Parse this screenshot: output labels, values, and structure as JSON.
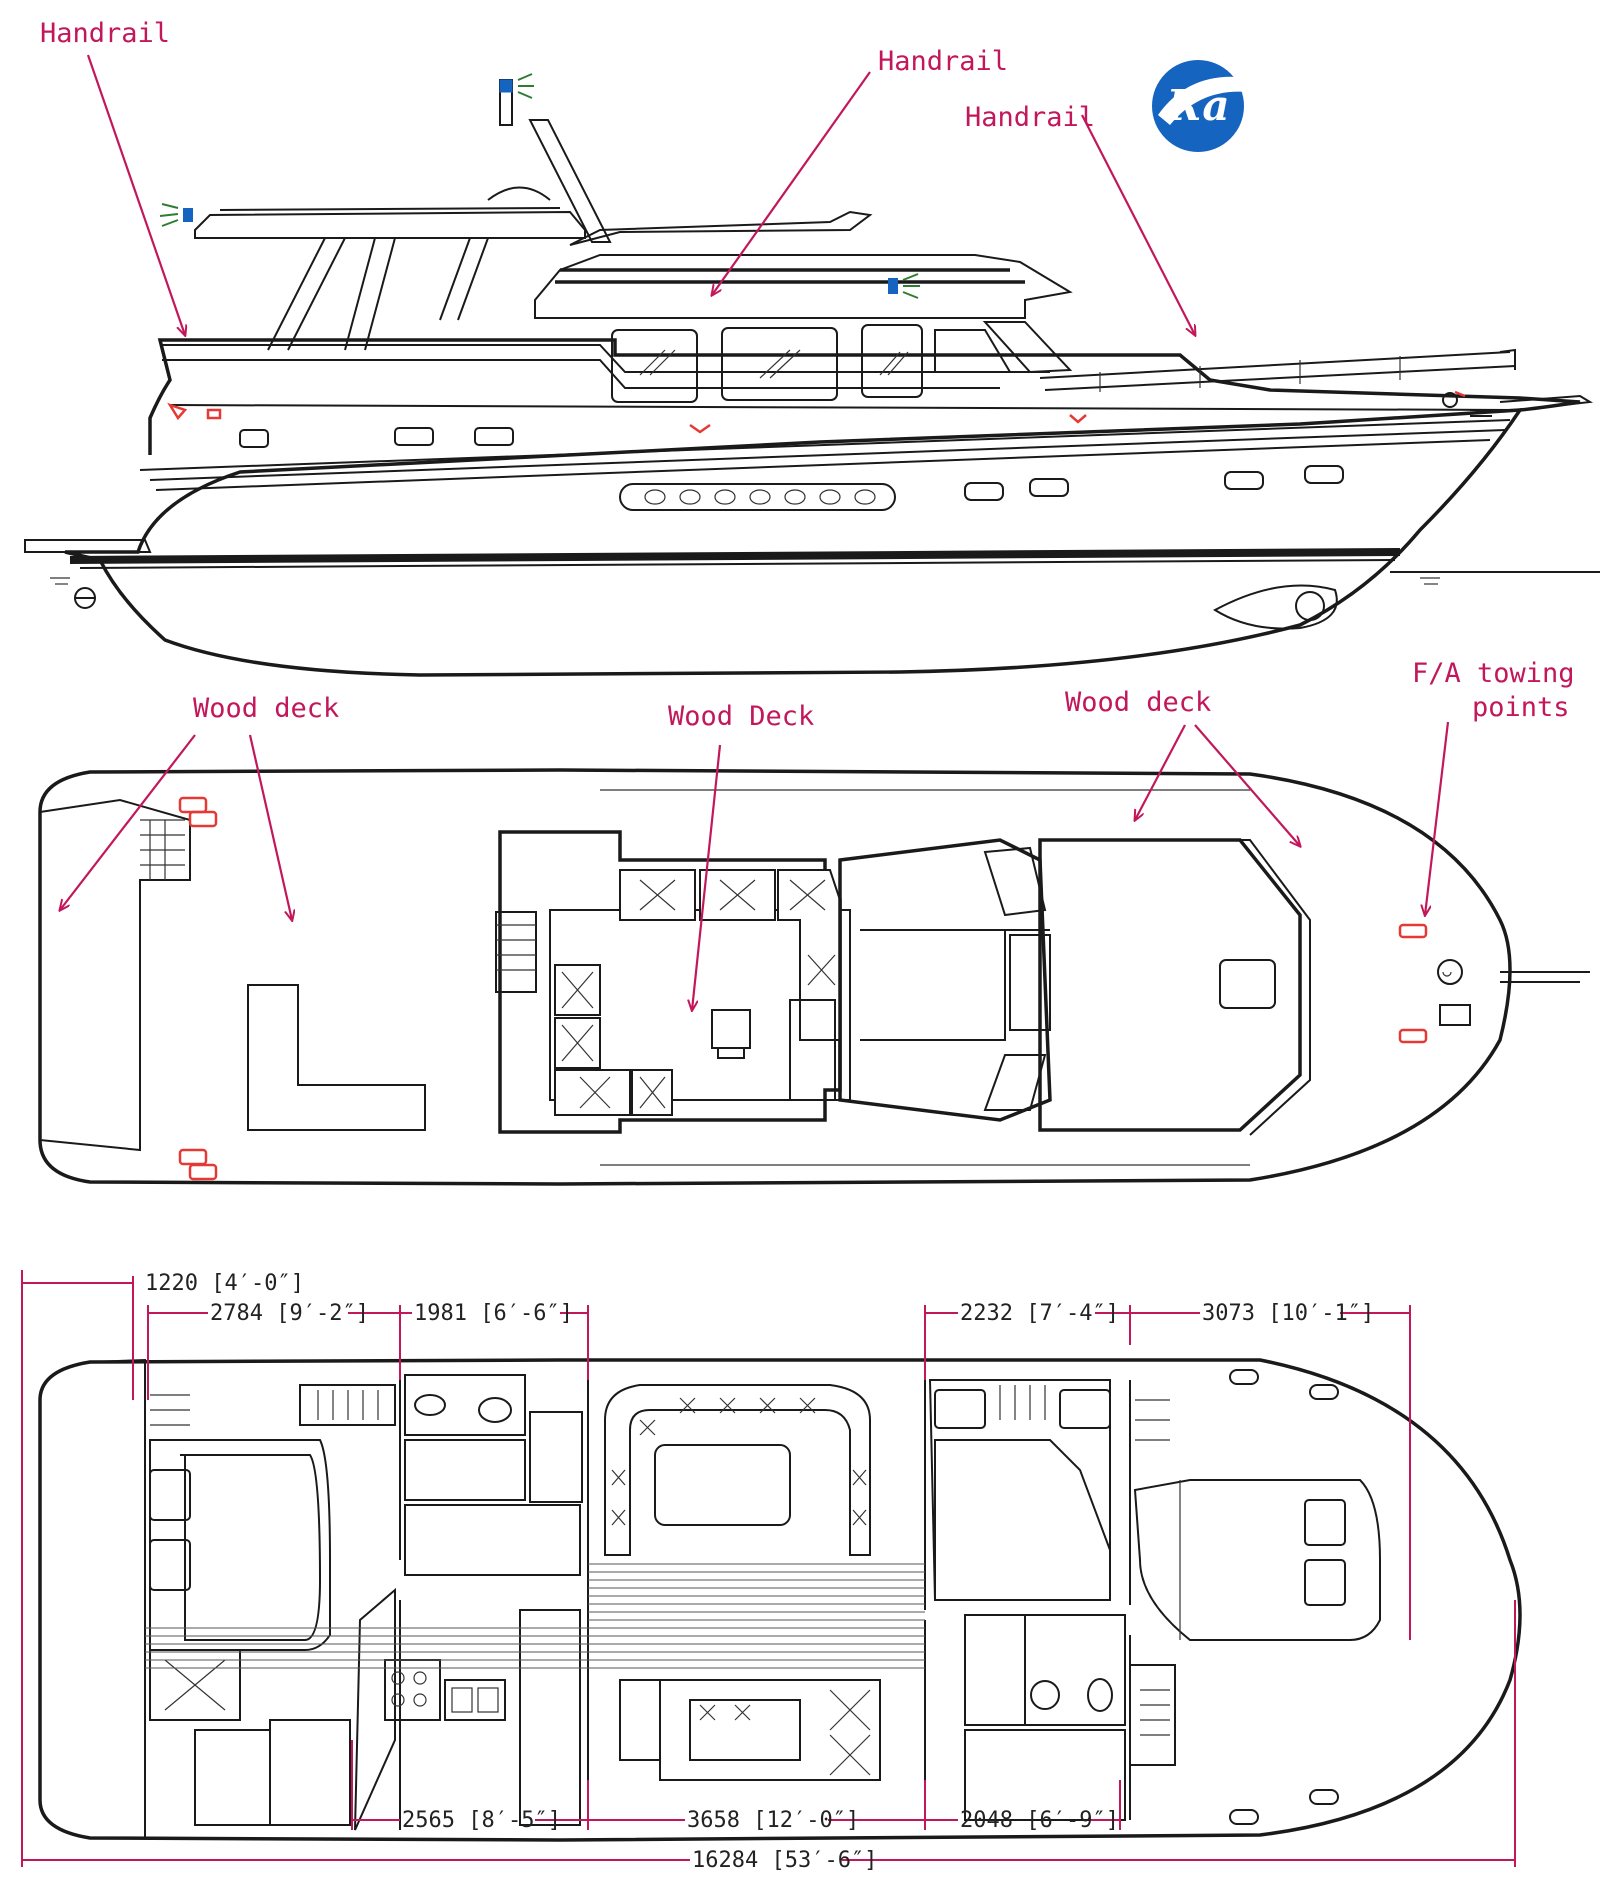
{
  "colors": {
    "annotation": "#c2185b",
    "ink": "#1a1a1a",
    "logo": "#1565c0",
    "fitting": "#e53935",
    "light": "#2e7d32"
  },
  "logo_text": "Ra",
  "profile_view": {
    "labels": {
      "handrail_stern": "Handrail",
      "handrail_flybridge": "Handrail",
      "handrail_bow": "Handrail"
    }
  },
  "deck_plan": {
    "labels": {
      "wood_deck_aft": "Wood deck",
      "wood_deck_cockpit": "Wood Deck",
      "wood_deck_fore": "Wood deck",
      "towing_line1": "F/A towing",
      "towing_line2": "points"
    }
  },
  "accommodation_plan": {
    "dimensions": {
      "top": [
        "1220 [4′-0″]",
        "2784 [9′-2″]",
        "1981 [6′-6″]",
        "2232 [7′-4″]",
        "3073 [10′-1″]"
      ],
      "bottom": [
        "2565 [8′-5″]",
        "3658 [12′-0″]",
        "2048 [6′-9″]"
      ],
      "overall": "16284 [53′-6″]"
    }
  }
}
